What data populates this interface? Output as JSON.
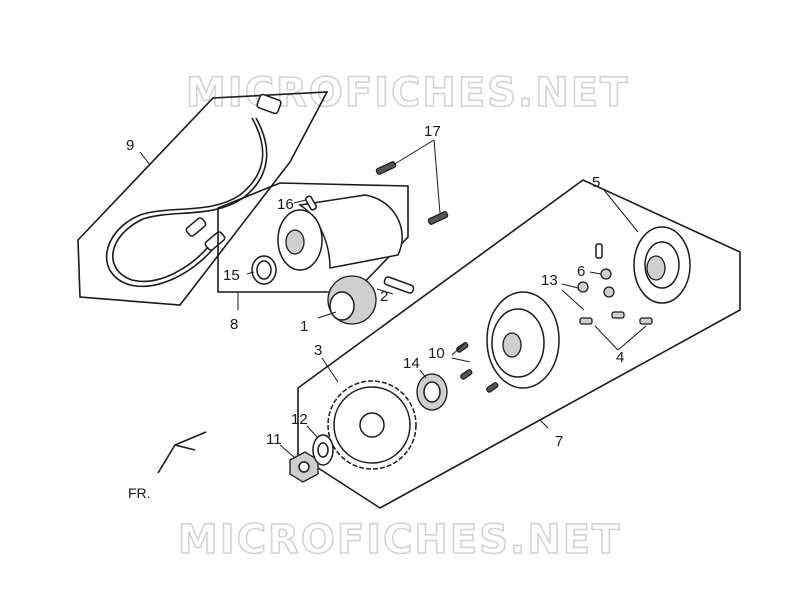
{
  "watermark": {
    "top": "MICROFICHES.NET",
    "bottom": "MICROFICHES.NET"
  },
  "direction_label": "FR.",
  "callouts": {
    "c1": "1",
    "c2": "2",
    "c3": "3",
    "c4": "4",
    "c5": "5",
    "c6": "6",
    "c7": "7",
    "c8": "8",
    "c9": "9",
    "c10": "10",
    "c11": "11",
    "c12": "12",
    "c13": "13",
    "c14": "14",
    "c15": "15",
    "c16": "16",
    "c17": "17"
  }
}
